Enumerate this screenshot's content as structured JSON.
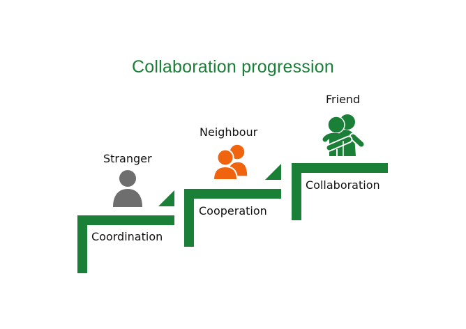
{
  "title": "Collaboration progression",
  "colors": {
    "green": "#1a7f37",
    "orange": "#f0640f",
    "gray": "#6e6e6e"
  },
  "steps": [
    {
      "relationship": "Stranger",
      "stage": "Coordination",
      "icon": "person-icon"
    },
    {
      "relationship": "Neighbour",
      "stage": "Cooperation",
      "icon": "people-group-icon"
    },
    {
      "relationship": "Friend",
      "stage": "Collaboration",
      "icon": "hug-icon"
    }
  ]
}
